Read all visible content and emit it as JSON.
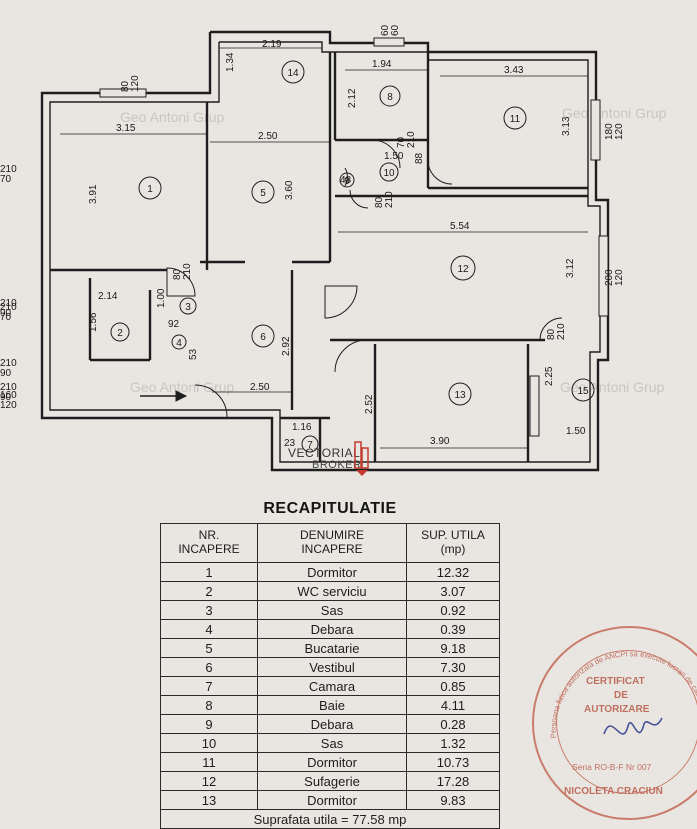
{
  "plan": {
    "dims": [
      "2.19",
      "1.34",
      "1.94",
      "3.43",
      "2.12",
      "3.15",
      "2.50",
      "3.13",
      "1.50",
      "3.91",
      "3.60",
      "5.54",
      "3.12",
      "2.14",
      "1.00",
      "1.56",
      "92",
      "53",
      "2.92",
      "2.25",
      "1.16",
      "2.50",
      "2.52",
      "3.90",
      "1.50"
    ],
    "openings": [
      "80\n120",
      "60\n60",
      "70\n210",
      "88",
      "210\n70",
      "48",
      "80\n210",
      "180\n120",
      "80\n210",
      "210\n70",
      "210\n90",
      "210\n90",
      "200\n120",
      "80\n210",
      "160\n120",
      "210\n90",
      "23"
    ],
    "rooms": [
      "1",
      "2",
      "3",
      "4",
      "5",
      "6",
      "7",
      "8",
      "9",
      "10",
      "11",
      "12",
      "13",
      "14",
      "15"
    ],
    "watermarks": [
      "Geo Antoni Grup",
      "Geo Antoni Grup",
      "Geo Antoni Grup",
      "Geo Antoni Grup"
    ]
  },
  "logo": {
    "line1": "VECTORIAL",
    "line2": "BROKER"
  },
  "recap": {
    "title": "RECAPITULATIE",
    "headers": [
      "NR.\nINCAPERE",
      "DENUMIRE\nINCAPERE",
      "SUP. UTILA\n(mp)"
    ],
    "rows": [
      [
        "1",
        "Dormitor",
        "12.32"
      ],
      [
        "2",
        "WC serviciu",
        "3.07"
      ],
      [
        "3",
        "Sas",
        "0.92"
      ],
      [
        "4",
        "Debara",
        "0.39"
      ],
      [
        "5",
        "Bucatarie",
        "9.18"
      ],
      [
        "6",
        "Vestibul",
        "7.30"
      ],
      [
        "7",
        "Camara",
        "0.85"
      ],
      [
        "8",
        "Baie",
        "4.11"
      ],
      [
        "9",
        "Debara",
        "0.28"
      ],
      [
        "10",
        "Sas",
        "1.32"
      ],
      [
        "11",
        "Dormitor",
        "10.73"
      ],
      [
        "12",
        "Sufagerie",
        "17.28"
      ],
      [
        "13",
        "Dormitor",
        "9.83"
      ]
    ],
    "footer": "Suprafata utila = 77.58 mp"
  },
  "stamp": {
    "arc": "Persoana fizica autorizata de ANCPI sa execute lucrari de cadastru",
    "l1": "CERTIFICAT",
    "l2": "DE",
    "l3": "AUTORIZARE",
    "serial": "Seria RO-B-F Nr 007",
    "name": "NICOLETA CRACIUN"
  },
  "colors": {
    "paper": "#e9e6e2",
    "line": "#1e1e1e",
    "stamp": "#c46a58",
    "logo_red": "#c23a2e"
  }
}
